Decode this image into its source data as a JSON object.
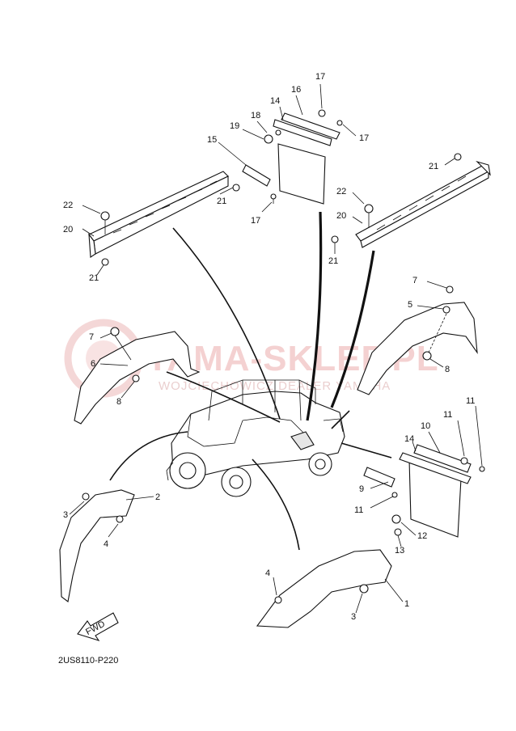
{
  "watermark": {
    "main": "YAMA-SKLEP.PL",
    "sub": "WOJCIECHOWICZ DEALER YAMAHA"
  },
  "fwd_label": "FWD",
  "diagram_code": "2US8110-P220",
  "callouts": {
    "c1": "1",
    "c2": "2",
    "c3a": "3",
    "c3b": "3",
    "c4a": "4",
    "c4b": "4",
    "c5": "5",
    "c6": "6",
    "c7a": "7",
    "c7b": "7",
    "c8a": "8",
    "c8b": "8",
    "c9": "9",
    "c10": "10",
    "c11a": "11",
    "c11b": "11",
    "c11c": "11",
    "c12": "12",
    "c13": "13",
    "c14a": "14",
    "c14b": "14",
    "c15": "15",
    "c16": "16",
    "c17a": "17",
    "c17b": "17",
    "c17c": "17",
    "c18": "18",
    "c19": "19",
    "c20a": "20",
    "c20b": "20",
    "c21a": "21",
    "c21b": "21",
    "c21c": "21",
    "c22a": "22",
    "c22b": "22"
  }
}
